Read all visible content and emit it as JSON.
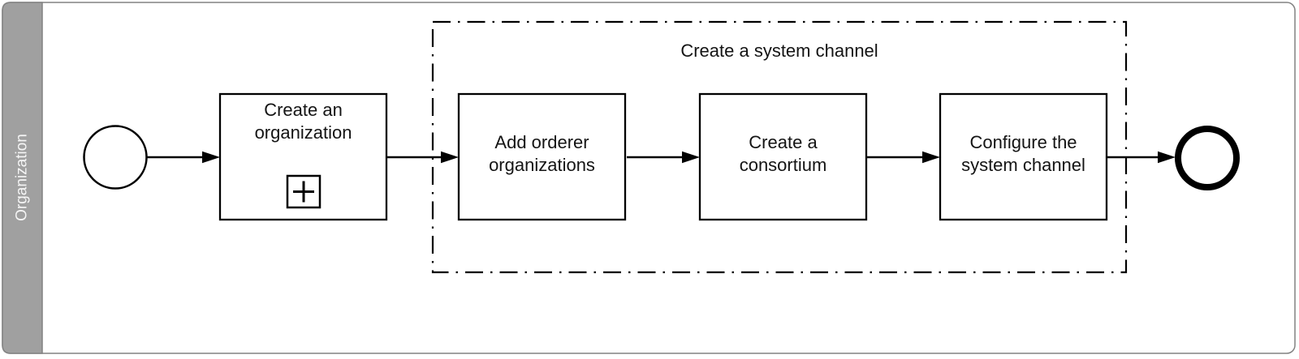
{
  "pool": {
    "lane_label": "Organization"
  },
  "group": {
    "label": "Create a system channel"
  },
  "tasks": [
    {
      "name": "create-an-organization",
      "line1": "Create an",
      "line2": "organization",
      "marker": "collapsed-subprocess"
    },
    {
      "name": "add-orderer-organizations",
      "line1": "Add orderer",
      "line2": "organizations"
    },
    {
      "name": "create-a-consortium",
      "line1": "Create a",
      "line2": "consortium"
    },
    {
      "name": "configure-the-system-channel",
      "line1": "Configure the",
      "line2": "system channel"
    }
  ],
  "events": {
    "start": "start-event",
    "end": "end-event"
  },
  "colors": {
    "lane_fill": "#a0a0a0",
    "lane_text": "#f5f5f5",
    "pool_border": "#828282",
    "shape_stroke": "#000000",
    "shape_fill": "#ffffff",
    "text": "#141414",
    "background": "#ffffff"
  }
}
